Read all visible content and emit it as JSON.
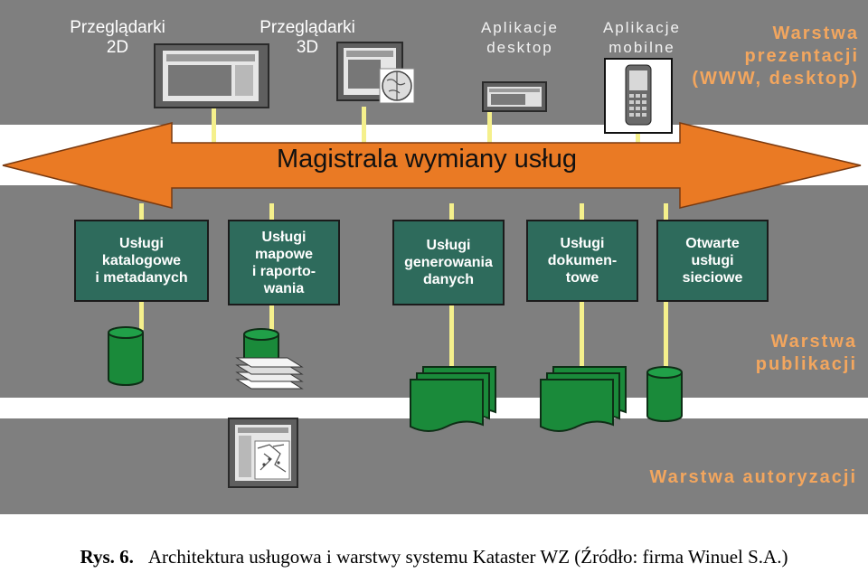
{
  "clients": [
    {
      "id": "browsers-2d",
      "label": "Przeglądarki\n2D",
      "icon": "monitor-icon"
    },
    {
      "id": "browsers-3d",
      "label": "Przeglądarki\n3D",
      "icon": "monitor-globe-icon"
    },
    {
      "id": "desktop-apps",
      "label": "Aplikacje\ndesktop",
      "icon": "desktop-window-icon"
    },
    {
      "id": "mobile-apps",
      "label": "Aplikacje\nmobilne",
      "icon": "mobile-phone-icon"
    }
  ],
  "layers": {
    "presentation": "Warstwa\nprezentacji\n(WWW, desktop)",
    "publication": "Warstwa\npublikacji",
    "authorization": "Warstwa autoryzacji"
  },
  "bus_label": "Magistrala wymiany usług",
  "services": [
    {
      "id": "catalog",
      "label": "Usługi\nkatalogowe\ni metadanych",
      "storage": "database-icon"
    },
    {
      "id": "map",
      "label": "Usługi\nmapowe\ni raporto-\nwania",
      "storage": "database-layers-icon"
    },
    {
      "id": "data-generation",
      "label": "Usługi\ngenerowania\ndanych",
      "storage": "documents-stack-icon"
    },
    {
      "id": "documents",
      "label": "Usługi\ndokumen-\ntowe",
      "storage": "documents-stack-icon"
    },
    {
      "id": "open-network",
      "label": "Otwarte\nusługi\nsieciowe",
      "storage": "database-icon"
    }
  ],
  "authorization_icon": "map-monitor-icon",
  "caption": {
    "figure": "Rys. 6.",
    "text": "Architektura usługowa i warstwy systemu Kataster WZ (Źródło: firma Winuel S.A.)"
  },
  "colors": {
    "band": "#7f7f7f",
    "arrow": "#ea7a24",
    "service_box": "#2e6b5c",
    "connector": "#f5f08c",
    "layer_text": "#f3a65e",
    "storage": "#1a8a3a"
  }
}
